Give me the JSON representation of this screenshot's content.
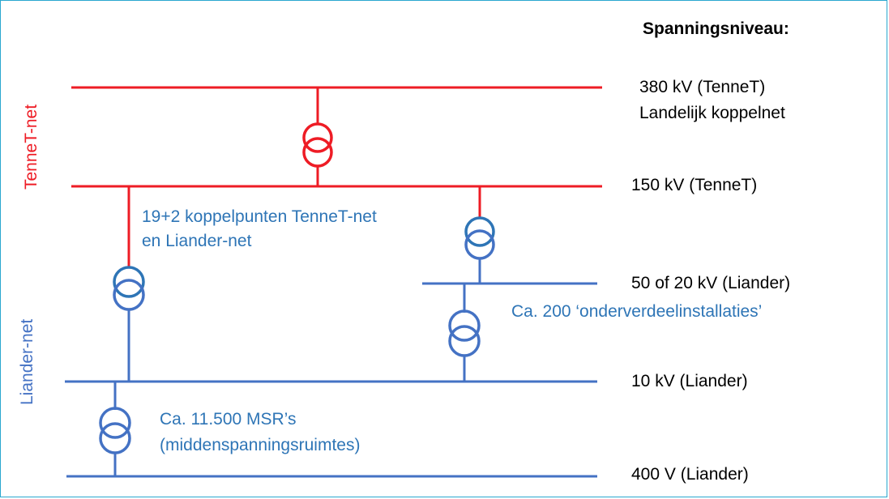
{
  "header": {
    "title": "Spanningsniveau:"
  },
  "side_labels": {
    "tennet": "TenneT-net",
    "liander": "Liander-net"
  },
  "levels": [
    {
      "line1": "380 kV (TenneT)",
      "line2": "Landelijk koppelnet"
    },
    {
      "line1": "150 kV (TenneT)"
    },
    {
      "line1": "50 of 20 kV (Liander)"
    },
    {
      "line1": "10 kV (Liander)"
    },
    {
      "line1": "400 V (Liander)"
    }
  ],
  "annotations": {
    "koppelpunten_1": "19+2 koppelpunten TenneT-net",
    "koppelpunten_2": "en Liander-net",
    "onderverdeel": "Ca. 200 ‘onderverdeelinstallaties’",
    "msr_1": "Ca. 11.500 MSR’s",
    "msr_2": "(middenspanningsruimtes)"
  },
  "colors": {
    "red": "#ee1c25",
    "blue": "#4472c4",
    "text_blue": "#2e75b6",
    "frame": "#2aa7d0"
  }
}
